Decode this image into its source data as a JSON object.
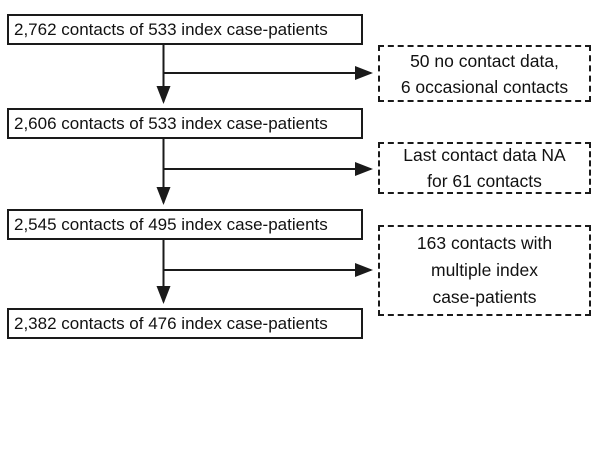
{
  "figure": {
    "background_color": "#ffffff",
    "line_color": "#1a1a1a",
    "type": "flowchart"
  },
  "flow": {
    "main_boxes": [
      {
        "label": "2,762 contacts of 533 index case-patients"
      },
      {
        "label": "2,606 contacts of 533 index case-patients"
      },
      {
        "label": "2,545 contacts of 495 index case-patients"
      },
      {
        "label": "2,382 contacts of 476 index case-patients"
      }
    ],
    "side_boxes": [
      {
        "lines": [
          "50 no contact data,",
          "6 occasional contacts"
        ]
      },
      {
        "lines": [
          "Last contact data NA",
          "for 61 contacts"
        ]
      },
      {
        "lines": [
          "163 contacts with",
          "multiple index",
          "case-patients"
        ]
      }
    ]
  }
}
